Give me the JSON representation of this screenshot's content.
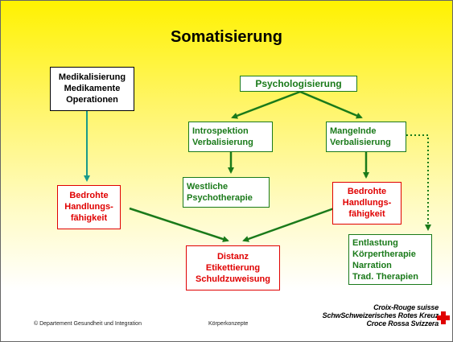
{
  "title": "Somatisierung",
  "boxes": {
    "medikalisierung": "Medikalisierung\nMedikamente\nOperationen",
    "psychologisierung": "Psychologisierung",
    "introspektion": "Introspektion\nVerbalisierung",
    "mangelnde": "Mangelnde\nVerbalisierung",
    "westliche": "Westliche\nPsychotherapie",
    "bedrohte_left": "Bedrohte\nHandlungs-\nfähigkeit",
    "bedrohte_right": "Bedrohte\nHandlungs-\nfähigkeit",
    "distanz": "Distanz\nEtikettierung\nSchuldzuweisung",
    "entlastung": "Entlastung\nKörpertherapie\nNarration\nTrad. Therapien"
  },
  "footer": {
    "copyright": "© Departement Gesundheit und Integration",
    "subject": "Körperkonzepte"
  },
  "logo": {
    "line1": "Croix-Rouge suisse",
    "line2": "SchwSchweizerisches Rotes Kreuz",
    "line3": "Croce Rossa Svizzera"
  },
  "colors": {
    "green": "#1a7a1a",
    "red": "#e00000",
    "teal": "#1a9a8a"
  }
}
